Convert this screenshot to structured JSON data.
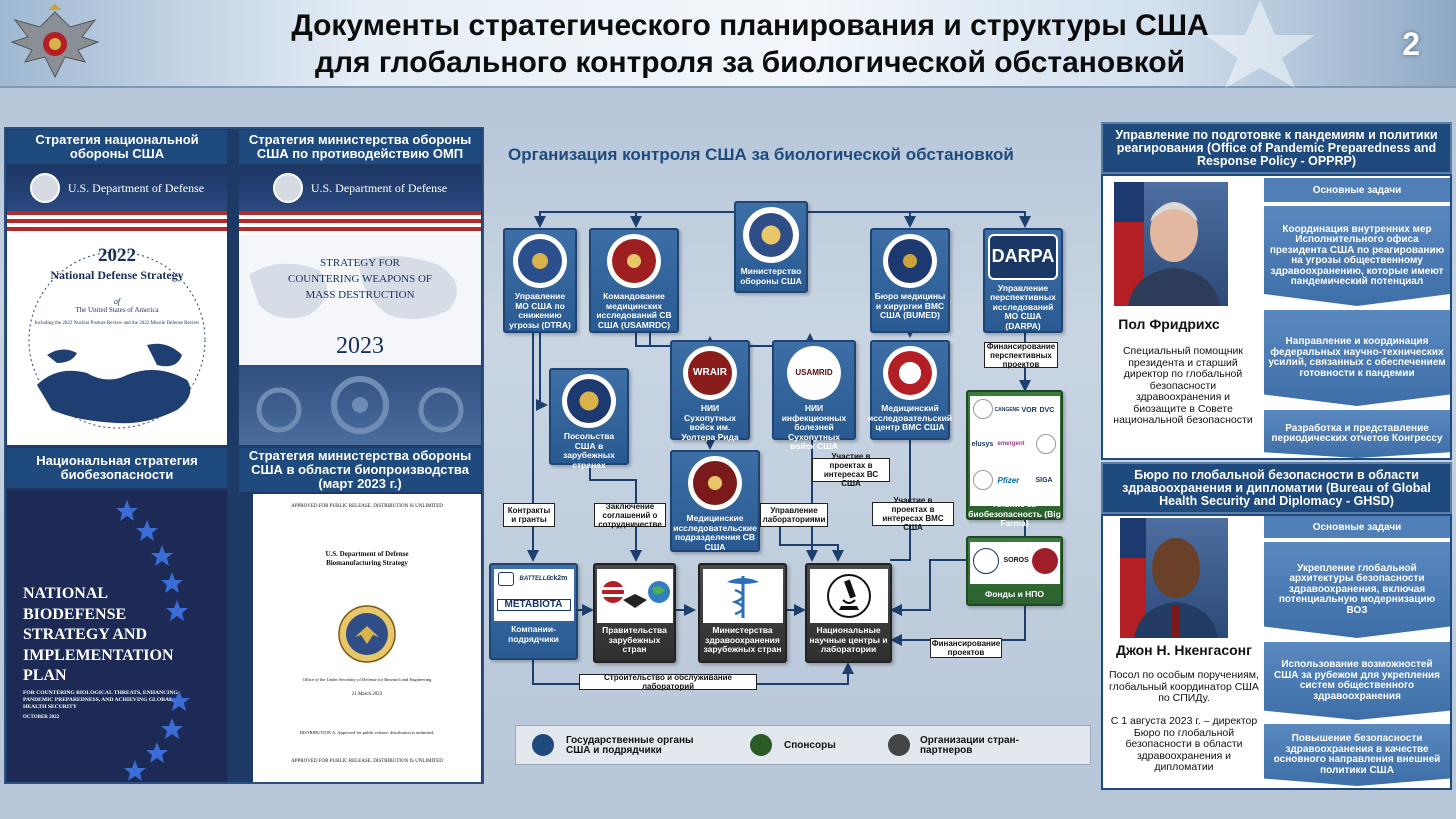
{
  "header": {
    "title_line1": "Документы стратегического планирования и структуры США",
    "title_line2": "для глобального контроля за биологической обстановкой",
    "page_number": "2"
  },
  "documents": [
    {
      "heading": "Стратегия национальной обороны США",
      "dod_label": "U.S. Department of Defense",
      "year": "2022",
      "title": "National Defense Strategy",
      "of": "of",
      "country": "The United States of America",
      "note": "Including the 2022 Nuclear Posture Review and the 2022 Missile Defense Review"
    },
    {
      "heading": "Стратегия министерства обороны США по противодействию ОМП",
      "dod_label": "U.S. Department of Defense",
      "title": "STRATEGY FOR COUNTERING WEAPONS OF MASS DESTRUCTION",
      "year": "2023"
    },
    {
      "heading": "Национальная стратегия биобезопасности",
      "title": "NATIONAL BIODEFENSE STRATEGY AND IMPLEMENTATION PLAN",
      "subtitle": "FOR COUNTERING BIOLOGICAL THREATS, ENHANCING PANDEMIC PREPAREDNESS, AND ACHIEVING GLOBAL HEALTH SECURITY",
      "date": "OCTOBER 2022"
    },
    {
      "heading": "Стратегия министерства обороны США в области биопроизводства (март 2023 г.)",
      "release_top": "APPROVED FOR PUBLIC RELEASE. DISTRIBUTION IS UNLIMITED",
      "org": "U.S. Department of Defense",
      "title": "Biomanufacturing Strategy",
      "office": "Office of the Under Secretary of Defense for Research and Engineering",
      "date": "21 March 2023",
      "distribution": "DISTRIBUTION A. Approved for public release: distribution is unlimited.",
      "release_bottom": "APPROVED FOR PUBLIC RELEASE. DISTRIBUTION IS UNLIMITED"
    }
  ],
  "diagram": {
    "title": "Организация контроля США за биологической обстановкой",
    "nodes": {
      "mo": "Министерство обороны США",
      "dtra": "Управление МО США по снижению угрозы (DTRA)",
      "usamrdc": "Командование медицинских исследований СВ США (USAMRDC)",
      "bumed": "Бюро медицины и хирургии ВМС США (BUMED)",
      "darpa": "Управление перспективных исследований МО США (DARPA)",
      "darpa_logo": "DARPA",
      "wrair": "НИИ Сухопутных войск им. Уолтера Рида",
      "wrair_logo": "WRAIR",
      "usamriid": "НИИ инфекционных болезней Сухопутных войск США",
      "usamriid_logo": "USAMRID",
      "navy_center": "Медицинский исследовательский центр ВМС США",
      "embassy": "Посольства США в зарубежных странах",
      "med_units": "Медицинские исследовательские подразделения СВ США",
      "contractors": "Компании-подрядчики",
      "foreign_gov": "Правительства зарубежных стран",
      "foreign_health": "Министерства здравоохранения зарубежных стран",
      "national_labs": "Национальные научные центры и лаборатории",
      "alliance": "Альянс за биобезопасность (Big Farma)",
      "funds": "Фонды и НПО"
    },
    "contractor_logos": [
      "BATTELLE",
      "ck2m",
      "METABIOTA"
    ],
    "alliance_logos": [
      "CANGENE",
      "VOR",
      "DVC",
      "elusys",
      "emergent",
      "Pfizer",
      "SIGA"
    ],
    "fund_logos": [
      "SOROS"
    ],
    "tags": {
      "contracts": "Контракты и гранты",
      "agreements": "Заключение соглашений о сотрудничестве",
      "lab_mgmt": "Управление лабораториями",
      "army_projects": "Участие в проектах в интересах ВС США",
      "navy_projects": "Участие в проектах в интересах ВМС США",
      "promising_funding": "Финансирование перспективных проектов",
      "project_funding": "Финансирование проектов",
      "construction": "Строительство и обслуживание лабораторий"
    },
    "legend": [
      {
        "label": "Государственные органы США и подрядчики",
        "color": "#1f4a7d"
      },
      {
        "label": "Спонсоры",
        "color": "#2b5a25"
      },
      {
        "label": "Организации стран-партнеров",
        "color": "#444444"
      }
    ]
  },
  "right_panel": {
    "opprp": {
      "heading": "Управление по подготовке к пандемиям и политики реагирования (Office of Pandemic Preparedness and Response Policy - OPPRP)",
      "person_name": "Пол Фридрихс",
      "person_desc": "Специальный помощник президента и старший директор по глобальной безопасности здравоохранения и биозащите в Совете национальной безопасности",
      "tasks_head": "Основные задачи",
      "tasks": [
        "Координация внутренних мер Исполнительного офиса президента США по реагированию на угрозы общественному здравоохранению, которые имеют пандемический потенциал",
        "Направление и координация федеральных научно-технических усилий, связанных с обеспечением готовности к пандемии",
        "Разработка и представление периодических отчетов Конгрессу"
      ]
    },
    "ghsd": {
      "heading": "Бюро по глобальной безопасности в области здравоохранения и дипломатии (Bureau of Global Health Security and Diplomacy - GHSD)",
      "person_name": "Джон Н. Нкенгасонг",
      "person_desc1": "Посол по особым поручениям, глобальный координатор США по СПИДу.",
      "person_desc2": "С 1 августа 2023 г. – директор Бюро по глобальной безопасности в области здравоохранения и дипломатии",
      "tasks_head": "Основные задачи",
      "tasks": [
        "Укрепление глобальной архитектуры безопасности здравоохранения, включая потенциальную модернизацию ВОЗ",
        "Использование возможностей США за рубежом для укрепления систем общественного здравоохранения",
        "Повышение безопасности здравоохранения в качестве основного направления внешней политики США"
      ]
    }
  }
}
